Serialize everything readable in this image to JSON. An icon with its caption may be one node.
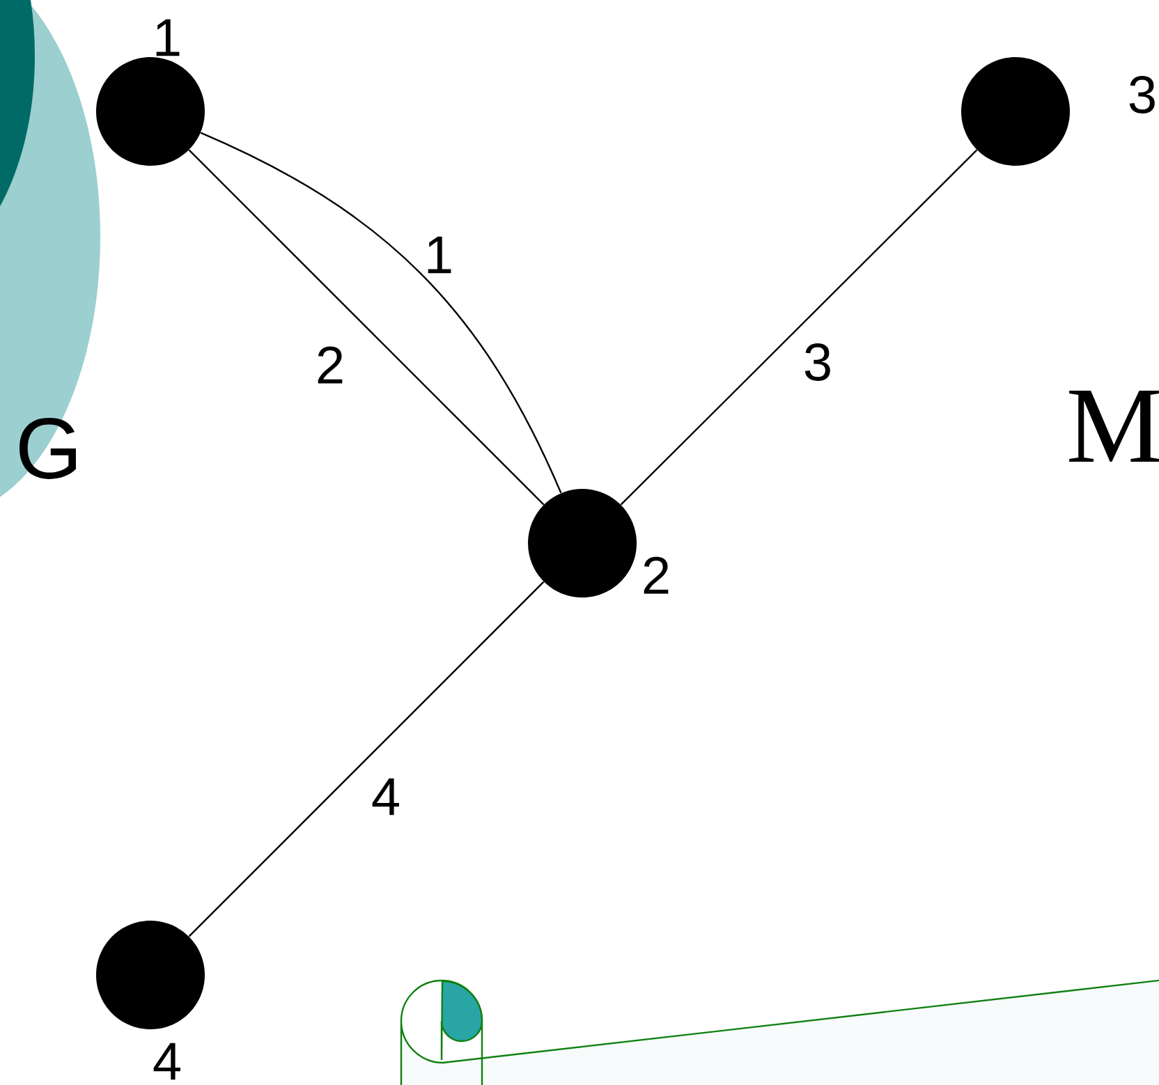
{
  "diagram": {
    "nodes": [
      {
        "text": [],
        "shape": "circle",
        "beside": [
          "1"
        ]
      },
      {
        "text": [],
        "shape": "circle",
        "beside": [
          "2"
        ]
      },
      {
        "text": [],
        "shape": "circle",
        "beside": [
          "3"
        ]
      },
      {
        "text": [],
        "shape": "circle",
        "beside": [
          "4"
        ]
      }
    ],
    "edges": [
      {
        "from": 0,
        "to": 1,
        "arrow": "none",
        "label": "1"
      },
      {
        "from": 0,
        "to": 1,
        "arrow": "none",
        "label": "2"
      },
      {
        "from": 1,
        "to": 2,
        "arrow": "none",
        "label": "3"
      },
      {
        "from": 1,
        "to": 3,
        "arrow": "none",
        "label": "4"
      }
    ],
    "labels": [
      "G",
      "M"
    ]
  }
}
